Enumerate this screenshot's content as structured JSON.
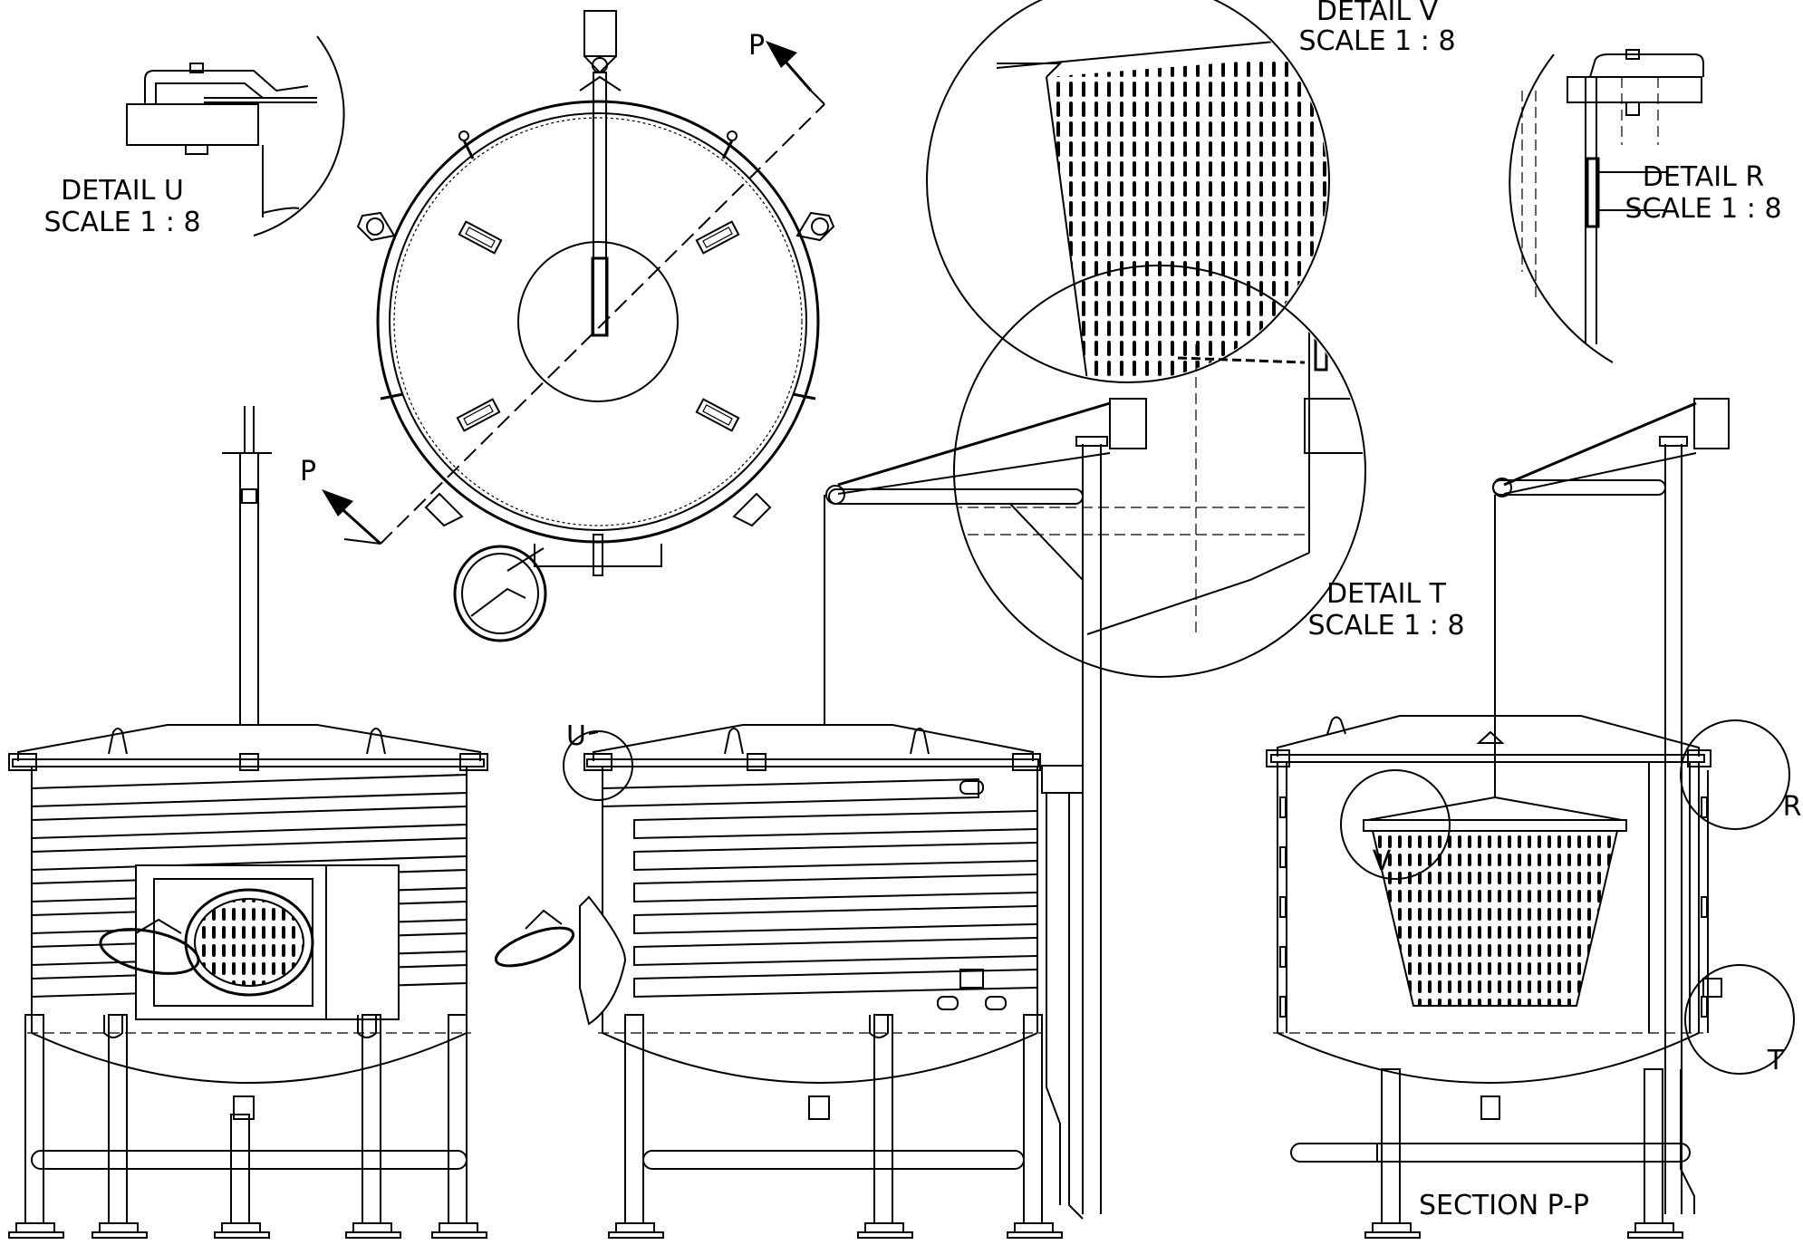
{
  "views": {
    "detail_u": {
      "title": "DETAIL U",
      "scale": "SCALE 1 : 8"
    },
    "detail_v": {
      "title": "DETAIL V",
      "scale": "SCALE 1 : 8"
    },
    "detail_r": {
      "title": "DETAIL R",
      "scale": "SCALE 1 : 8"
    },
    "detail_t": {
      "title": "DETAIL T",
      "scale": "SCALE 1 : 8"
    },
    "section": {
      "title": "SECTION P-P"
    }
  },
  "markers": {
    "p_top": "P",
    "p_bottom": "P",
    "u": "U",
    "v": "V",
    "r": "R",
    "t": "T"
  }
}
